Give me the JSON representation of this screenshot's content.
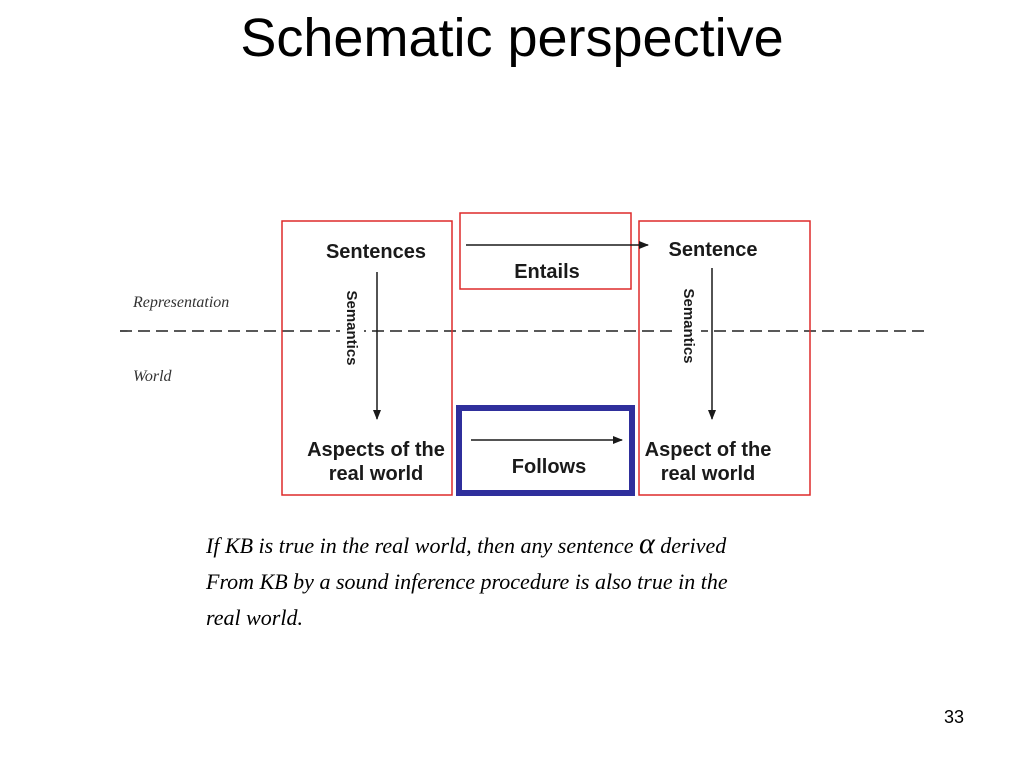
{
  "slide": {
    "title": "Schematic perspective",
    "page_number": "33"
  },
  "diagram": {
    "left_top_label": "Sentences",
    "left_bottom_label_line1": "Aspects of the",
    "left_bottom_label_line2": "real world",
    "right_top_label": "Sentence",
    "right_bottom_label_line1": "Aspect of the",
    "right_bottom_label_line2": "real world",
    "entails_label": "Entails",
    "follows_label": "Follows",
    "semantics_left": "Semantics",
    "semantics_right": "Semantics",
    "representation_label": "Representation",
    "world_label": "World",
    "colors": {
      "red_frame": "#dd2a2a",
      "blue_frame": "#2f2f9c",
      "text": "#1a1a1a",
      "dashed_line": "#222222"
    }
  },
  "caption": {
    "line1_before": "If KB is true in the real world, then any sentence ",
    "alpha": "α",
    "line1_after": " derived",
    "line2": "From KB by a sound inference procedure is also true in the",
    "line3": "real world."
  }
}
